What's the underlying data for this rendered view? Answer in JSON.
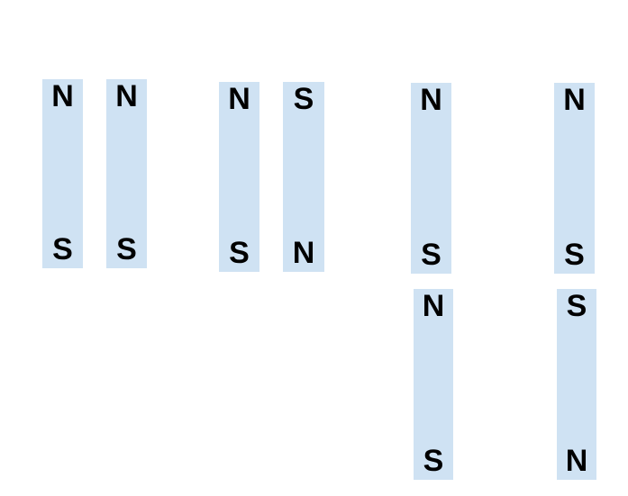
{
  "magnets": [
    {
      "id": "pair1-left",
      "top": "N",
      "bottom": "S"
    },
    {
      "id": "pair1-right",
      "top": "N",
      "bottom": "S"
    },
    {
      "id": "pair2-left",
      "top": "N",
      "bottom": "S"
    },
    {
      "id": "pair2-right",
      "top": "S",
      "bottom": "N"
    },
    {
      "id": "stack1-top",
      "top": "N",
      "bottom": "S"
    },
    {
      "id": "stack2-top",
      "top": "N",
      "bottom": "S"
    },
    {
      "id": "stack1-bottom",
      "top": "N",
      "bottom": "S"
    },
    {
      "id": "stack2-bottom",
      "top": "S",
      "bottom": "N"
    }
  ],
  "colors": {
    "magnet_fill": "#cfe2f3",
    "pole_label": "#000000"
  }
}
